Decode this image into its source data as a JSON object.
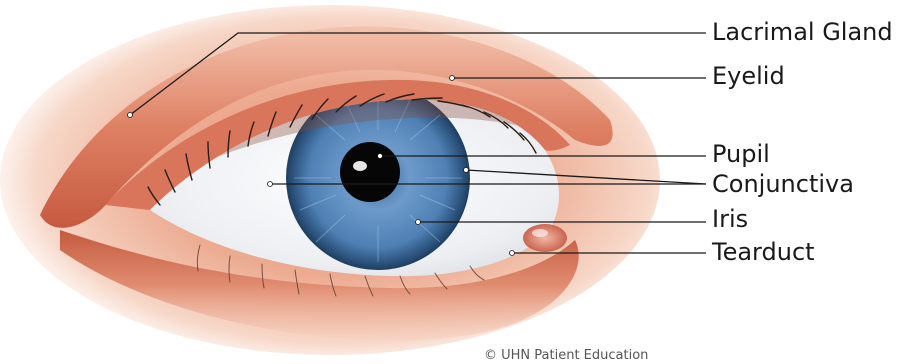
{
  "diagram": {
    "subject": "eye-anatomy",
    "labels": {
      "lacrimal_gland": "Lacrimal Gland",
      "eyelid": "Eyelid",
      "pupil": "Pupil",
      "conjunctiva": "Conjunctiva",
      "iris": "Iris",
      "tearduct": "Tearduct"
    },
    "credit": "© UHN Patient Education"
  },
  "colors": {
    "skin_dark": "#c2553d",
    "skin_mid": "#e0876a",
    "skin_light": "#f6c9b4",
    "sclera": "#f4f4f6",
    "iris_outer": "#2f5a86",
    "iris_inner": "#6f9ccb",
    "pupil": "#060606",
    "leader_line": "#1a1a1a"
  }
}
